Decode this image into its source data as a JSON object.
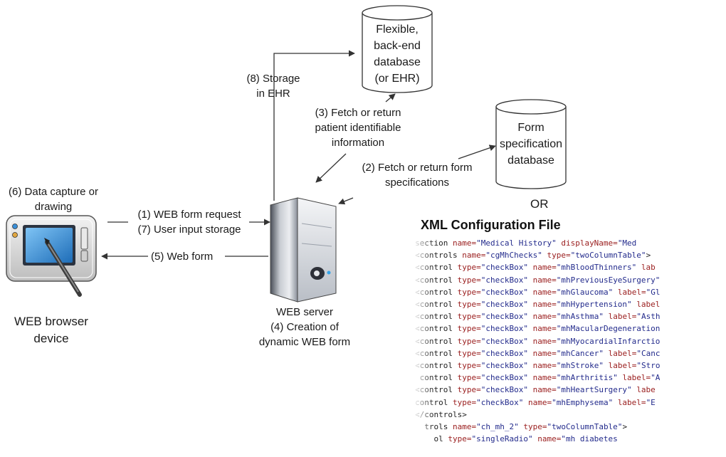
{
  "nodes": {
    "ehr_db": [
      "Flexible,",
      "back-end",
      "database",
      "(or EHR)"
    ],
    "form_db": [
      "Form",
      "specification",
      "database"
    ],
    "or_label": "OR",
    "xml_title": "XML Configuration File",
    "browser_device": [
      "WEB browser",
      "device"
    ],
    "server": [
      "WEB server",
      "(4) Creation of",
      "dynamic WEB form"
    ]
  },
  "edges": {
    "request": [
      "(1) WEB form request",
      "(7) User input storage"
    ],
    "web_form": "(5) Web form",
    "data_capture": [
      "(6) Data capture or",
      "drawing"
    ],
    "storage": [
      "(8) Storage",
      "in EHR"
    ],
    "fetch_patient": [
      "(3) Fetch or return",
      "patient identifiable",
      "information"
    ],
    "fetch_form": [
      "(2) Fetch or return form",
      "specifications"
    ]
  },
  "xml_lines": [
    [
      [
        "t",
        "section "
      ],
      [
        "n",
        "name="
      ],
      [
        "v",
        "\"Medical History\""
      ],
      [
        "t",
        " "
      ],
      [
        "n",
        "displayName="
      ],
      [
        "v",
        "\"Med"
      ]
    ],
    [
      [
        "t",
        "<controls "
      ],
      [
        "n",
        "name="
      ],
      [
        "v",
        "\"cgMhChecks\""
      ],
      [
        "t",
        " "
      ],
      [
        "n",
        "type="
      ],
      [
        "v",
        "\"twoColumnTable\""
      ],
      [
        "t",
        ">"
      ]
    ],
    [
      [
        "t",
        "<control "
      ],
      [
        "n",
        "type="
      ],
      [
        "v",
        "\"checkBox\""
      ],
      [
        "t",
        " "
      ],
      [
        "n",
        "name="
      ],
      [
        "v",
        "\"mhBloodThinners\""
      ],
      [
        "t",
        " "
      ],
      [
        "n",
        "lab"
      ]
    ],
    [
      [
        "t",
        "<control "
      ],
      [
        "n",
        "type="
      ],
      [
        "v",
        "\"checkBox\""
      ],
      [
        "t",
        " "
      ],
      [
        "n",
        "name="
      ],
      [
        "v",
        "\"mhPreviousEyeSurgery\""
      ]
    ],
    [
      [
        "t",
        "<control "
      ],
      [
        "n",
        "type="
      ],
      [
        "v",
        "\"checkBox\""
      ],
      [
        "t",
        " "
      ],
      [
        "n",
        "name="
      ],
      [
        "v",
        "\"mhGlaucoma\""
      ],
      [
        "t",
        " "
      ],
      [
        "n",
        "label="
      ],
      [
        "v",
        "\"Gl"
      ]
    ],
    [
      [
        "t",
        "<control "
      ],
      [
        "n",
        "type="
      ],
      [
        "v",
        "\"checkBox\""
      ],
      [
        "t",
        " "
      ],
      [
        "n",
        "name="
      ],
      [
        "v",
        "\"mhHypertension\""
      ],
      [
        "t",
        " "
      ],
      [
        "n",
        "label"
      ]
    ],
    [
      [
        "t",
        "<control "
      ],
      [
        "n",
        "type="
      ],
      [
        "v",
        "\"checkBox\""
      ],
      [
        "t",
        " "
      ],
      [
        "n",
        "name="
      ],
      [
        "v",
        "\"mhAsthma\""
      ],
      [
        "t",
        " "
      ],
      [
        "n",
        "label="
      ],
      [
        "v",
        "\"Asth"
      ]
    ],
    [
      [
        "t",
        "<control "
      ],
      [
        "n",
        "type="
      ],
      [
        "v",
        "\"checkBox\""
      ],
      [
        "t",
        " "
      ],
      [
        "n",
        "name="
      ],
      [
        "v",
        "\"mhMacularDegeneration"
      ]
    ],
    [
      [
        "t",
        "<control "
      ],
      [
        "n",
        "type="
      ],
      [
        "v",
        "\"checkBox\""
      ],
      [
        "t",
        " "
      ],
      [
        "n",
        "name="
      ],
      [
        "v",
        "\"mhMyocardialInfarctio"
      ]
    ],
    [
      [
        "t",
        "<control "
      ],
      [
        "n",
        "type="
      ],
      [
        "v",
        "\"checkBox\""
      ],
      [
        "t",
        " "
      ],
      [
        "n",
        "name="
      ],
      [
        "v",
        "\"mhCancer\""
      ],
      [
        "t",
        " "
      ],
      [
        "n",
        "label="
      ],
      [
        "v",
        "\"Canc"
      ]
    ],
    [
      [
        "t",
        "<control "
      ],
      [
        "n",
        "type="
      ],
      [
        "v",
        "\"checkBox\""
      ],
      [
        "t",
        " "
      ],
      [
        "n",
        "name="
      ],
      [
        "v",
        "\"mhStroke\""
      ],
      [
        "t",
        " "
      ],
      [
        "n",
        "label="
      ],
      [
        "v",
        "\"Stro"
      ]
    ],
    [
      [
        "t",
        " control "
      ],
      [
        "n",
        "type="
      ],
      [
        "v",
        "\"checkBox\""
      ],
      [
        "t",
        " "
      ],
      [
        "n",
        "name="
      ],
      [
        "v",
        "\"mhArthritis\""
      ],
      [
        "t",
        " "
      ],
      [
        "n",
        "label="
      ],
      [
        "v",
        "\"A"
      ]
    ],
    [
      [
        "t",
        "<control "
      ],
      [
        "n",
        "type="
      ],
      [
        "v",
        "\"checkBox\""
      ],
      [
        "t",
        " "
      ],
      [
        "n",
        "name="
      ],
      [
        "v",
        "\"mhHeartSurgery\""
      ],
      [
        "t",
        " "
      ],
      [
        "n",
        "labe"
      ]
    ],
    [
      [
        "t",
        "control "
      ],
      [
        "n",
        "type="
      ],
      [
        "v",
        "\"checkBox\""
      ],
      [
        "t",
        " "
      ],
      [
        "n",
        "name="
      ],
      [
        "v",
        "\"mhEmphysema\""
      ],
      [
        "t",
        " "
      ],
      [
        "n",
        "label="
      ],
      [
        "v",
        "\"E"
      ]
    ],
    [
      [
        "t",
        "</controls>"
      ]
    ],
    [
      [
        "t",
        "  trols "
      ],
      [
        "n",
        "name="
      ],
      [
        "v",
        "\"ch_mh_2\""
      ],
      [
        "t",
        " "
      ],
      [
        "n",
        "type="
      ],
      [
        "v",
        "\"twoColumnTable\""
      ],
      [
        "t",
        ">"
      ]
    ],
    [
      [
        "t",
        "    ol "
      ],
      [
        "n",
        "type="
      ],
      [
        "v",
        "\"singleRadio\""
      ],
      [
        "t",
        " "
      ],
      [
        "n",
        "name="
      ],
      [
        "v",
        "\"mh diabetes"
      ]
    ]
  ],
  "colors": {
    "line": "#333333",
    "xml_attr": "#9b2020",
    "xml_value": "#232b8c",
    "tablet_screen": "#3a8fd8",
    "server_body": "#9aa0aa"
  }
}
